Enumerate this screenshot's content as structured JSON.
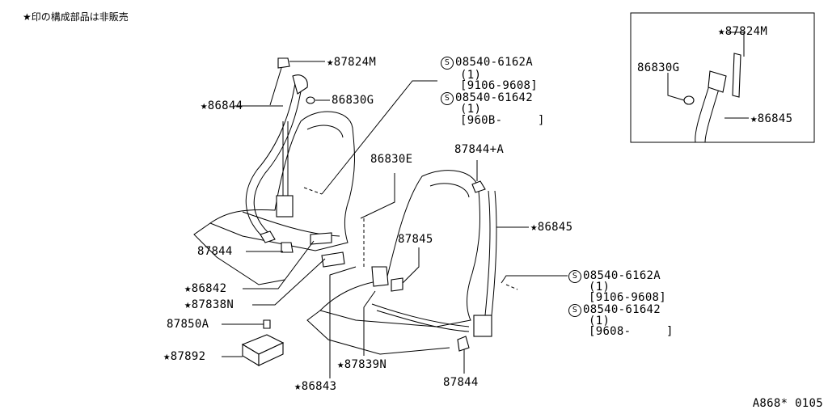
{
  "note": "★印の構成部品は非販売",
  "drawing_code": "A868* 0105",
  "inset": {
    "labels": {
      "top": "★87824M",
      "left": "86830G",
      "right": "★86845"
    }
  },
  "callouts": {
    "c87824m": "★87824M",
    "c86844": "★86844",
    "c86830g": "86830G",
    "c86830e": "86830E",
    "c87844a": "87844+A",
    "c86845": "★86845",
    "c87845": "87845",
    "c87844l": "87844",
    "c86842": "★86842",
    "c87838n": "★87838N",
    "c87850a": "87850A",
    "c87892": "★87892",
    "c87839n": "★87839N",
    "c86843": "★86843",
    "c87844b": "87844"
  },
  "bolts_top": {
    "a": {
      "s": "S",
      "part": "08540-6162A",
      "qty": "(1)",
      "range": "[9106-9608]"
    },
    "b": {
      "s": "S",
      "part": "08540-61642",
      "qty": "(1)",
      "range": "[960B-     ]"
    }
  },
  "bolts_right": {
    "a": {
      "s": "S",
      "part": "08540-6162A",
      "qty": "(1)",
      "range": "[9106-9608]"
    },
    "b": {
      "s": "S",
      "part": "08540-61642",
      "qty": "(1)",
      "range": "[9608-     ]"
    }
  }
}
